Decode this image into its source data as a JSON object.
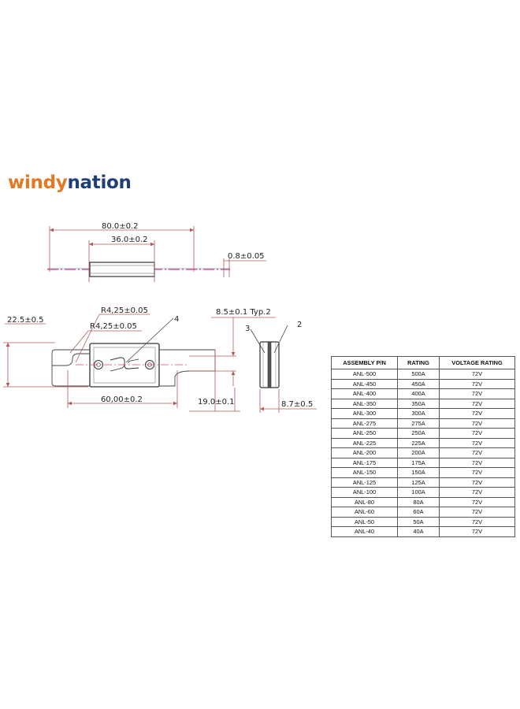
{
  "brand": {
    "part1": "windy",
    "part2": "nation",
    "color1": "#e87722",
    "color2": "#1f3f78"
  },
  "dimensions": {
    "top_length": "80.0±0.2",
    "top_inner": "36.0±0.2",
    "top_thickness": "0.8±0.05",
    "height": "22.5±0.5",
    "radius_1": "R4,25±0.05",
    "radius_2": "R4,25±0.05",
    "callout_4": "4",
    "hole_spacing": "60,00±0.2",
    "tab_length": "19.0±0.1",
    "side_typ": "8.5±0.1 Typ.2",
    "callout_3": "3",
    "callout_2": "2",
    "side_width": "8.7±0.5"
  },
  "table": {
    "headers": [
      "ASSEMBLY P/N",
      "RATING",
      "VOLTAGE RATING"
    ],
    "rows": [
      [
        "ANL-500",
        "500A",
        "72V"
      ],
      [
        "ANL-450",
        "450A",
        "72V"
      ],
      [
        "ANL-400",
        "400A",
        "72V"
      ],
      [
        "ANL-350",
        "350A",
        "72V"
      ],
      [
        "ANL-300",
        "300A",
        "72V"
      ],
      [
        "ANL-275",
        "275A",
        "72V"
      ],
      [
        "ANL-250",
        "250A",
        "72V"
      ],
      [
        "ANL-225",
        "225A",
        "72V"
      ],
      [
        "ANL-200",
        "200A",
        "72V"
      ],
      [
        "ANL-175",
        "175A",
        "72V"
      ],
      [
        "ANL-150",
        "150A",
        "72V"
      ],
      [
        "ANL-125",
        "125A",
        "72V"
      ],
      [
        "ANL-100",
        "100A",
        "72V"
      ],
      [
        "ANL-80",
        "80A",
        "72V"
      ],
      [
        "ANL-60",
        "60A",
        "72V"
      ],
      [
        "ANL-50",
        "50A",
        "72V"
      ],
      [
        "ANL-40",
        "40A",
        "72V"
      ]
    ]
  },
  "colors": {
    "dimension_line": "#b05a5a",
    "outline": "#333333",
    "centerline": "#d24a7a"
  }
}
